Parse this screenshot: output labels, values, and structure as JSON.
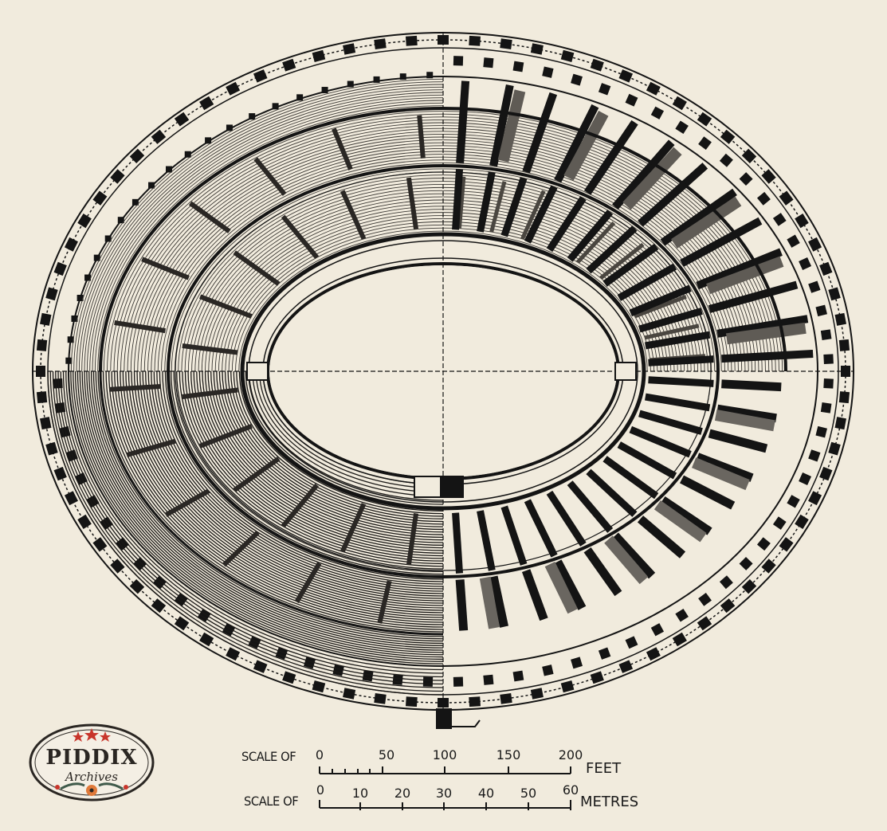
{
  "figure": {
    "subject": "Ground plan of the Colosseum (Flavian Amphitheatre), half showing seating tiers, half showing substructure at ground level",
    "colors": {
      "paper": "#f1ebdd",
      "ink": "#141414",
      "hatch": "#5a5650"
    }
  },
  "scale_bars": {
    "feet": {
      "label": "SCALE OF",
      "unit": "FEET",
      "ticks": [
        "0",
        "50",
        "100",
        "150",
        "200"
      ],
      "minor_subdivisions": 5
    },
    "metres": {
      "label": "SCALE OF",
      "unit": "METRES",
      "ticks": [
        "0",
        "10",
        "20",
        "30",
        "40",
        "50",
        "60"
      ]
    }
  },
  "watermark": {
    "brand": "PIDDIX",
    "sub": "Archives"
  }
}
